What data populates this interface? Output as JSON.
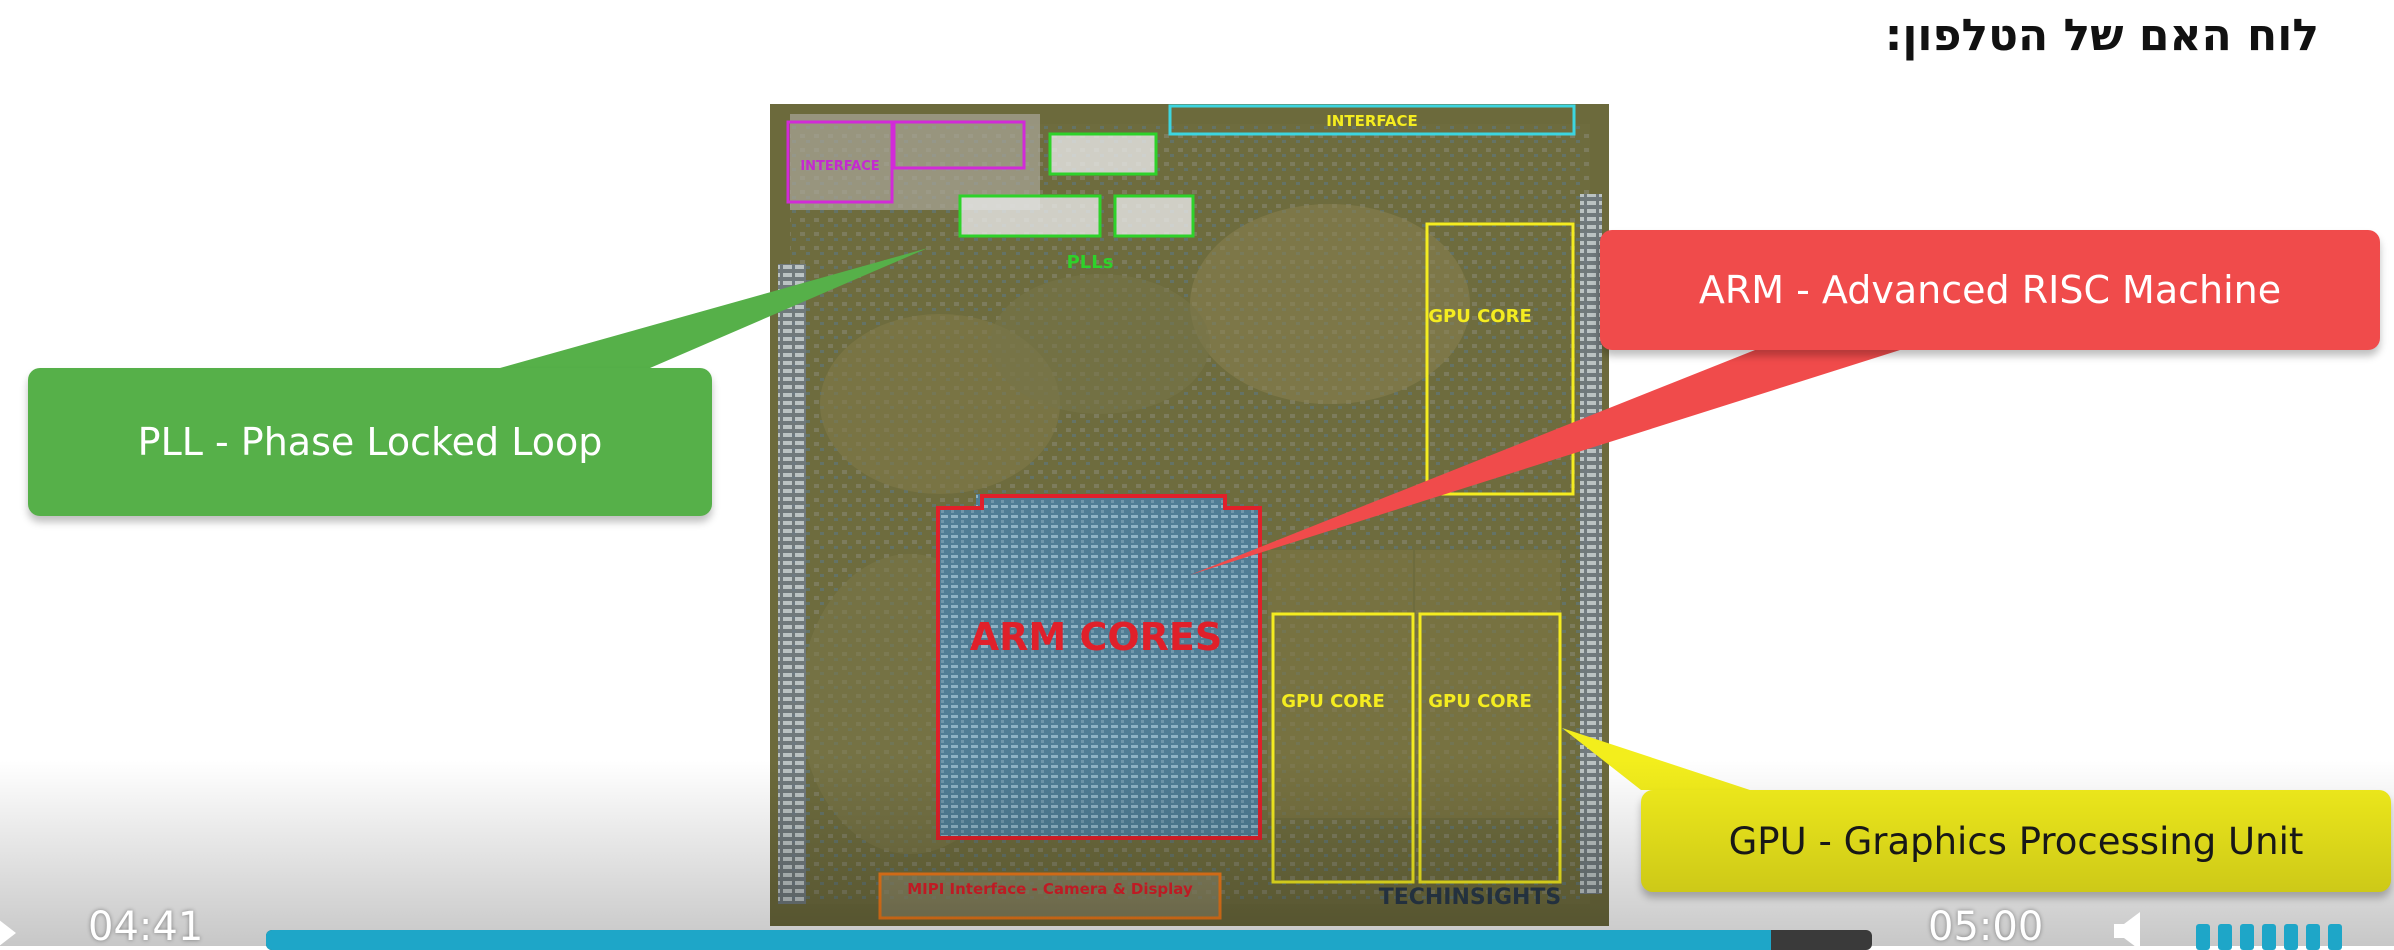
{
  "slide": {
    "title": "לוח האם של הטלפון:"
  },
  "die_shot": {
    "labels": {
      "interface_top": "INTERFACE",
      "interface_left": "INTERFACE",
      "plls": "PLLs",
      "gpu_core_top": "GPU CORE",
      "gpu_core_bottom_left": "GPU CORE",
      "gpu_core_bottom_right": "GPU CORE",
      "arm_cores": "ARM CORES",
      "mipi": "MIPI Interface - Camera & Display",
      "watermark": "TECHINSIGHTS"
    }
  },
  "callouts": {
    "pll": "PLL - Phase Locked Loop",
    "arm": "ARM - Advanced RISC Machine",
    "gpu": "GPU - Graphics Processing Unit"
  },
  "colors": {
    "pll": "#56b049",
    "arm": "#f04b4b",
    "gpu": "#f3ee1c",
    "progress": "#1ea6c8"
  },
  "player": {
    "current_time": "04:41",
    "total_time": "05:00",
    "progress_fraction": 0.937,
    "volume_level_bars": 7,
    "icons": [
      "play-icon",
      "volume-icon"
    ]
  }
}
